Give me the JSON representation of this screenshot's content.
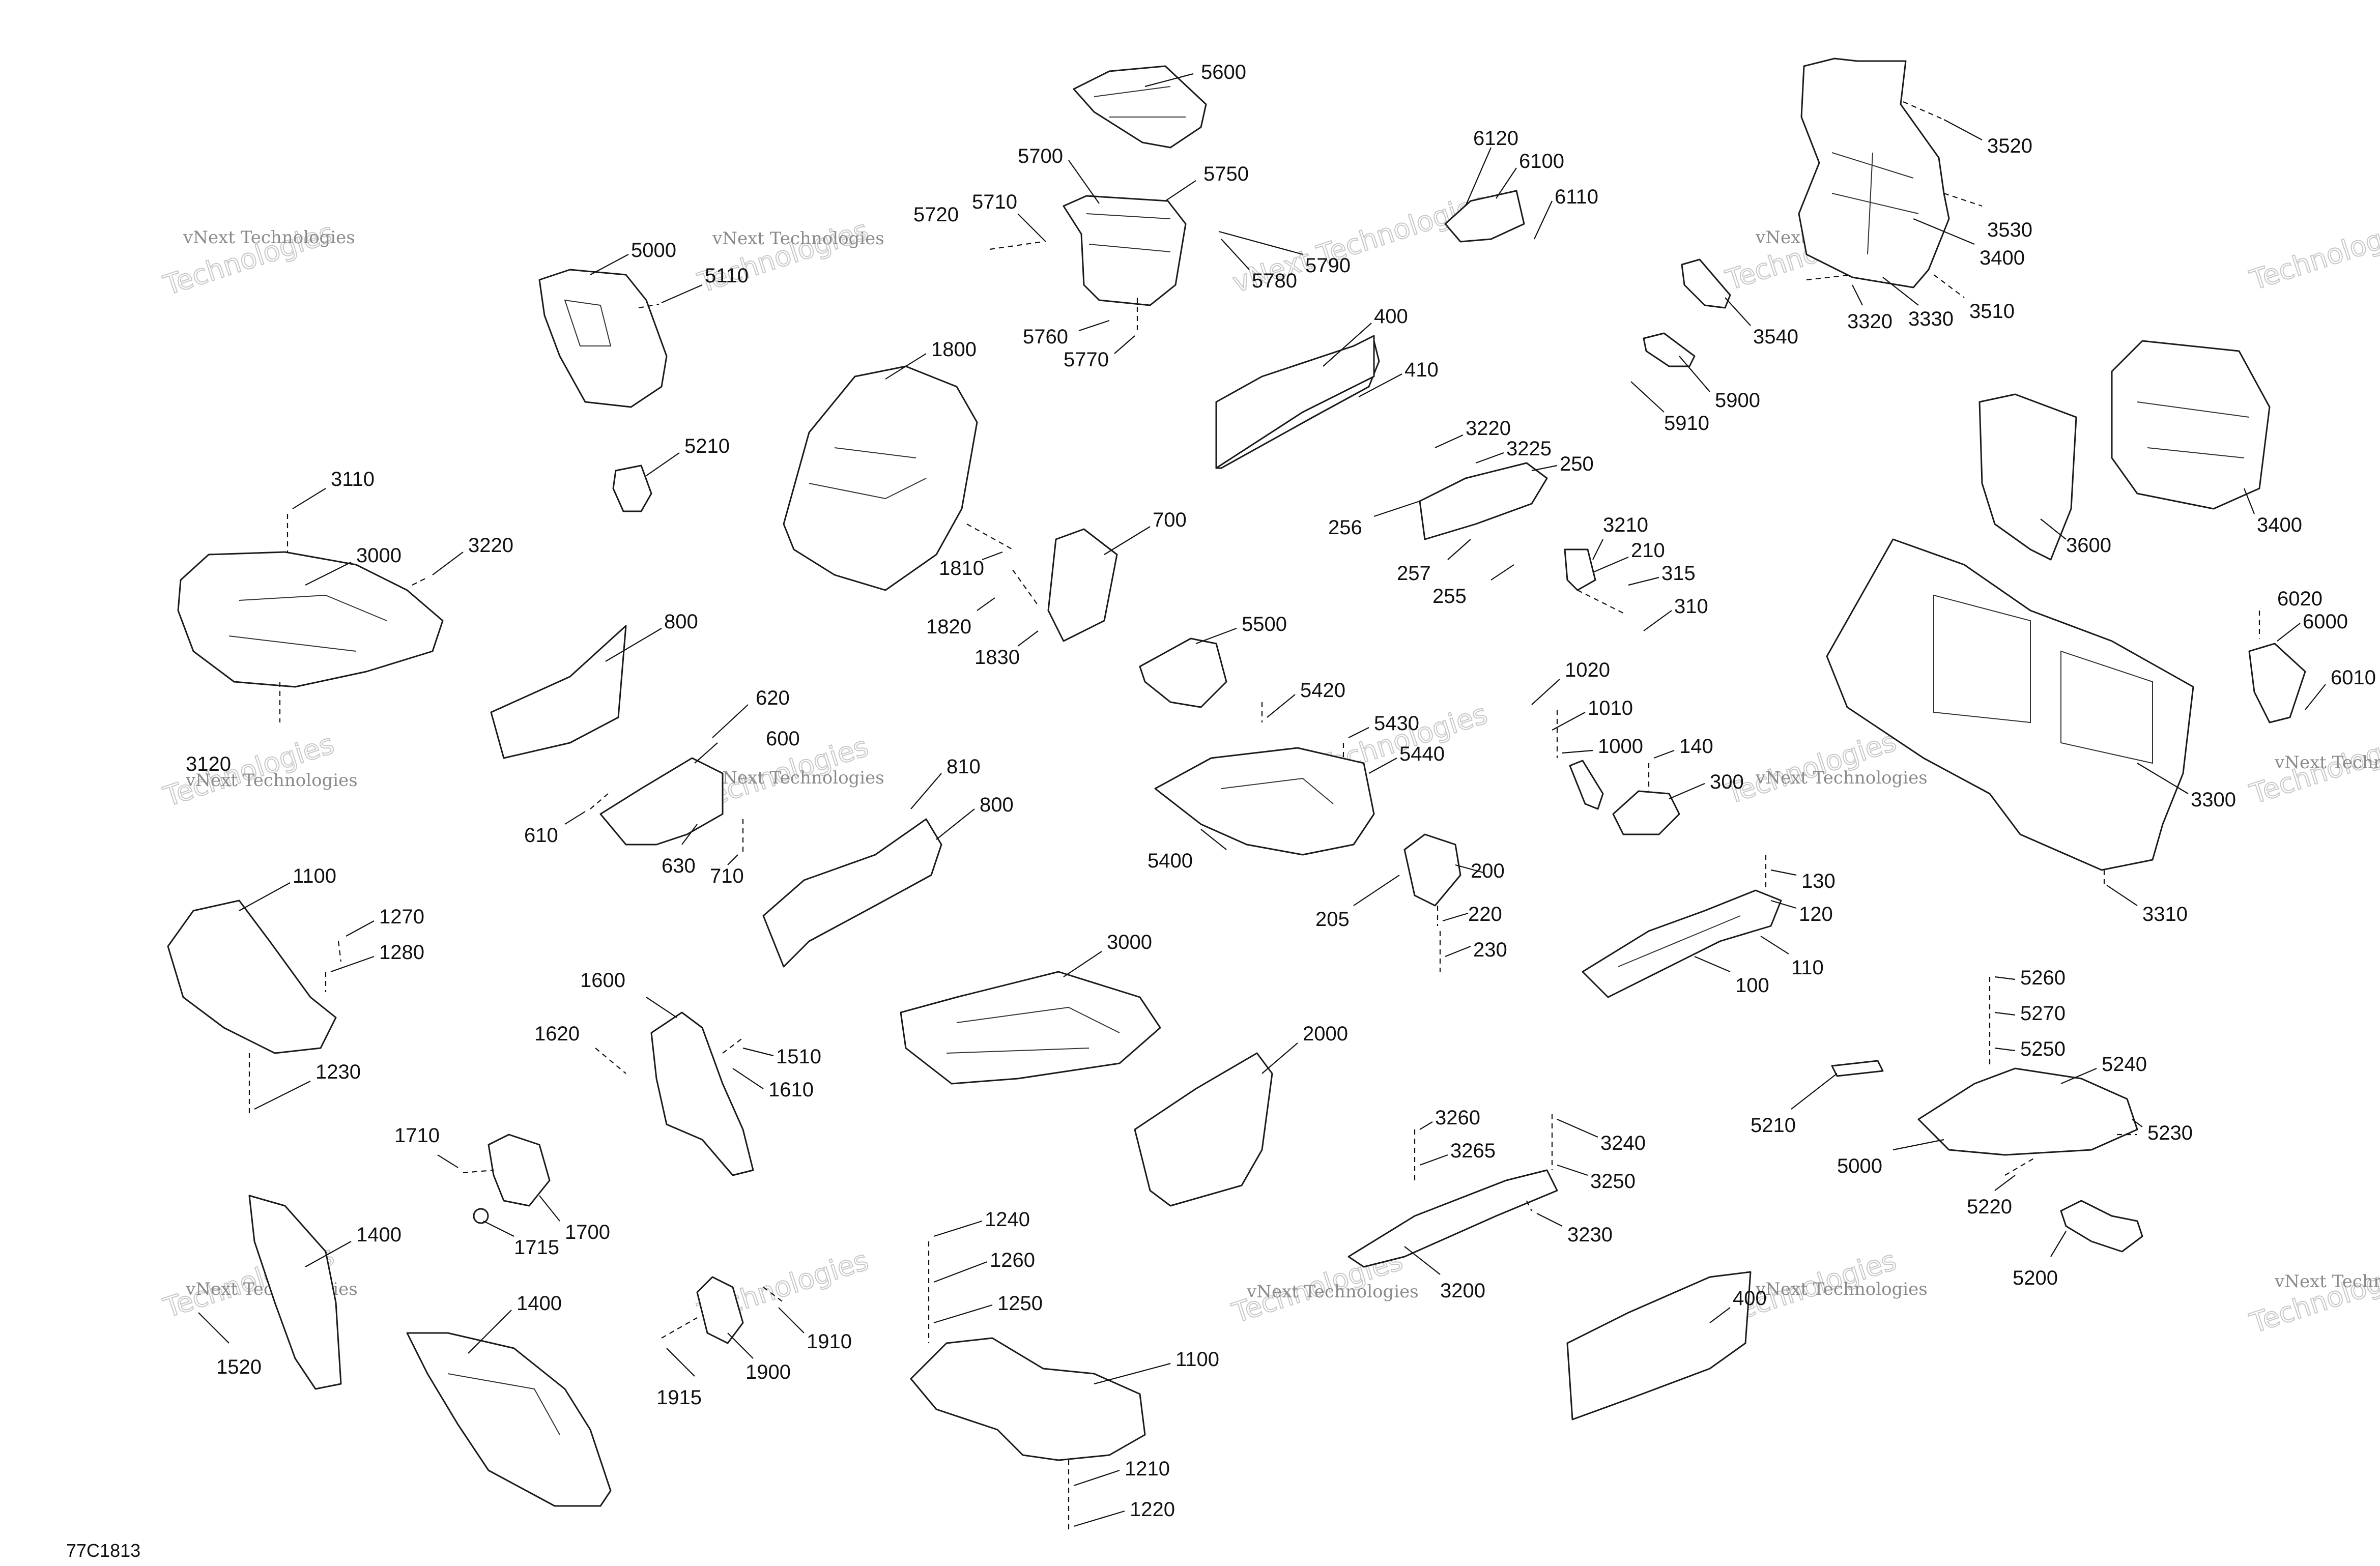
{
  "document": {
    "code": "77C1813"
  },
  "watermark": {
    "company": "vNext Technologies",
    "word": "Technologies"
  },
  "callouts": [
    "5600",
    "5700",
    "5750",
    "5720",
    "5710",
    "5780",
    "5790",
    "5760",
    "5770",
    "6120",
    "6100",
    "6110",
    "3520",
    "3530",
    "3400",
    "3510",
    "3330",
    "3320",
    "3540",
    "5000",
    "5110",
    "1800",
    "400",
    "410",
    "5900",
    "5910",
    "5210",
    "3220",
    "3225",
    "250",
    "256",
    "257",
    "255",
    "3600",
    "3400",
    "3110",
    "3000",
    "3220",
    "700",
    "1810",
    "1820",
    "1830",
    "3210",
    "210",
    "315",
    "310",
    "800",
    "5500",
    "3300",
    "6020",
    "6000",
    "6010",
    "1020",
    "1010",
    "1000",
    "140",
    "300",
    "3120",
    "620",
    "600",
    "5420",
    "5430",
    "5440",
    "610",
    "630",
    "710",
    "810",
    "800",
    "5400",
    "200",
    "205",
    "220",
    "230",
    "130",
    "120",
    "110",
    "100",
    "3310",
    "1100",
    "1270",
    "1280",
    "1230",
    "3000",
    "1600",
    "1620",
    "1510",
    "1610",
    "2000",
    "5260",
    "5270",
    "5250",
    "5240",
    "5230",
    "5210",
    "5000",
    "5220",
    "1710",
    "1700",
    "1715",
    "3260",
    "3265",
    "3240",
    "3250",
    "3230",
    "3200",
    "1400",
    "1520",
    "1400",
    "1240",
    "1260",
    "1250",
    "1910",
    "1900",
    "1915",
    "1100",
    "1210",
    "1220",
    "400",
    "5200"
  ]
}
